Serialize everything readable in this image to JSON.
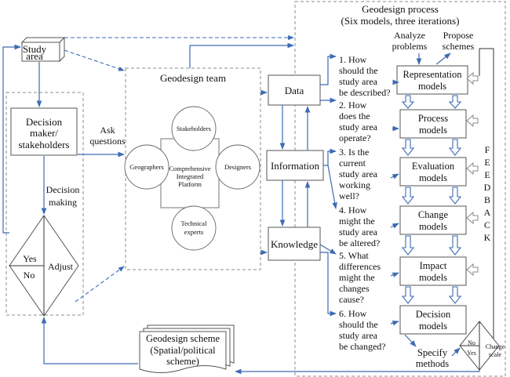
{
  "colors": {
    "flow_arrow": "#3d6bb3",
    "box_border": "#555555",
    "dashed_border": "#8c8c8c",
    "text": "#111111"
  },
  "study_area": {
    "line1": "Study",
    "line2": "area"
  },
  "decision_maker": {
    "line1": "Decision",
    "line2": "maker/",
    "line3": "stakeholders"
  },
  "ask_questions": {
    "line1": "Ask",
    "line2": "questions"
  },
  "decision_making": {
    "line1": "Decision",
    "line2": "making"
  },
  "left_diamond": {
    "yes": "Yes",
    "no": "No",
    "adjust": "Adjust"
  },
  "geodesign_team": {
    "title": "Geodesign team",
    "stakeholders": "Stakeholders",
    "geographers": "Geographers",
    "designers": "Designers",
    "technical_line1": "Technical",
    "technical_line2": "experts",
    "platform_line1": "Comprehensive",
    "platform_line2": "Integrated",
    "platform_line3": "Platform"
  },
  "dik": {
    "data": "Data",
    "information": "Information",
    "knowledge": "Knowledge"
  },
  "process": {
    "title_line1": "Geodesign process",
    "title_line2": "(Six models, three iterations)"
  },
  "questions": [
    {
      "lines": [
        "1. How",
        "should the",
        "study area",
        "be described?"
      ]
    },
    {
      "lines": [
        "2. How",
        "does the",
        "study area",
        "operate?"
      ]
    },
    {
      "lines": [
        "3. Is the",
        "current",
        "study area",
        "working",
        "well?"
      ]
    },
    {
      "lines": [
        "4. How",
        "might the",
        "study area",
        "be altered?"
      ]
    },
    {
      "lines": [
        "5. What",
        "differences",
        "might the",
        "changes",
        "cause?"
      ]
    },
    {
      "lines": [
        "6. How",
        "should the",
        "study area",
        "be changed?"
      ]
    }
  ],
  "analyze": {
    "line1": "Analyze",
    "line2": "problems"
  },
  "propose": {
    "line1": "Propose",
    "line2": "schemes"
  },
  "models": [
    {
      "line1": "Representation",
      "line2": "models"
    },
    {
      "line1": "Process",
      "line2": "models"
    },
    {
      "line1": "Evaluation",
      "line2": "models"
    },
    {
      "line1": "Change",
      "line2": "models"
    },
    {
      "line1": "Impact",
      "line2": "models"
    },
    {
      "line1": "Decision",
      "line2": "models"
    }
  ],
  "feedback_letters": [
    "F",
    "E",
    "E",
    "D",
    "B",
    "A",
    "C",
    "K"
  ],
  "specify": {
    "line1": "Specify",
    "line2": "methods"
  },
  "small_diamond": {
    "no": "No",
    "yes": "Yes"
  },
  "change_scale": {
    "line1": "Change",
    "line2": "scale"
  },
  "scheme": {
    "line1": "Geodesign scheme",
    "line2": "(Spatial/political",
    "line3": "scheme)"
  }
}
